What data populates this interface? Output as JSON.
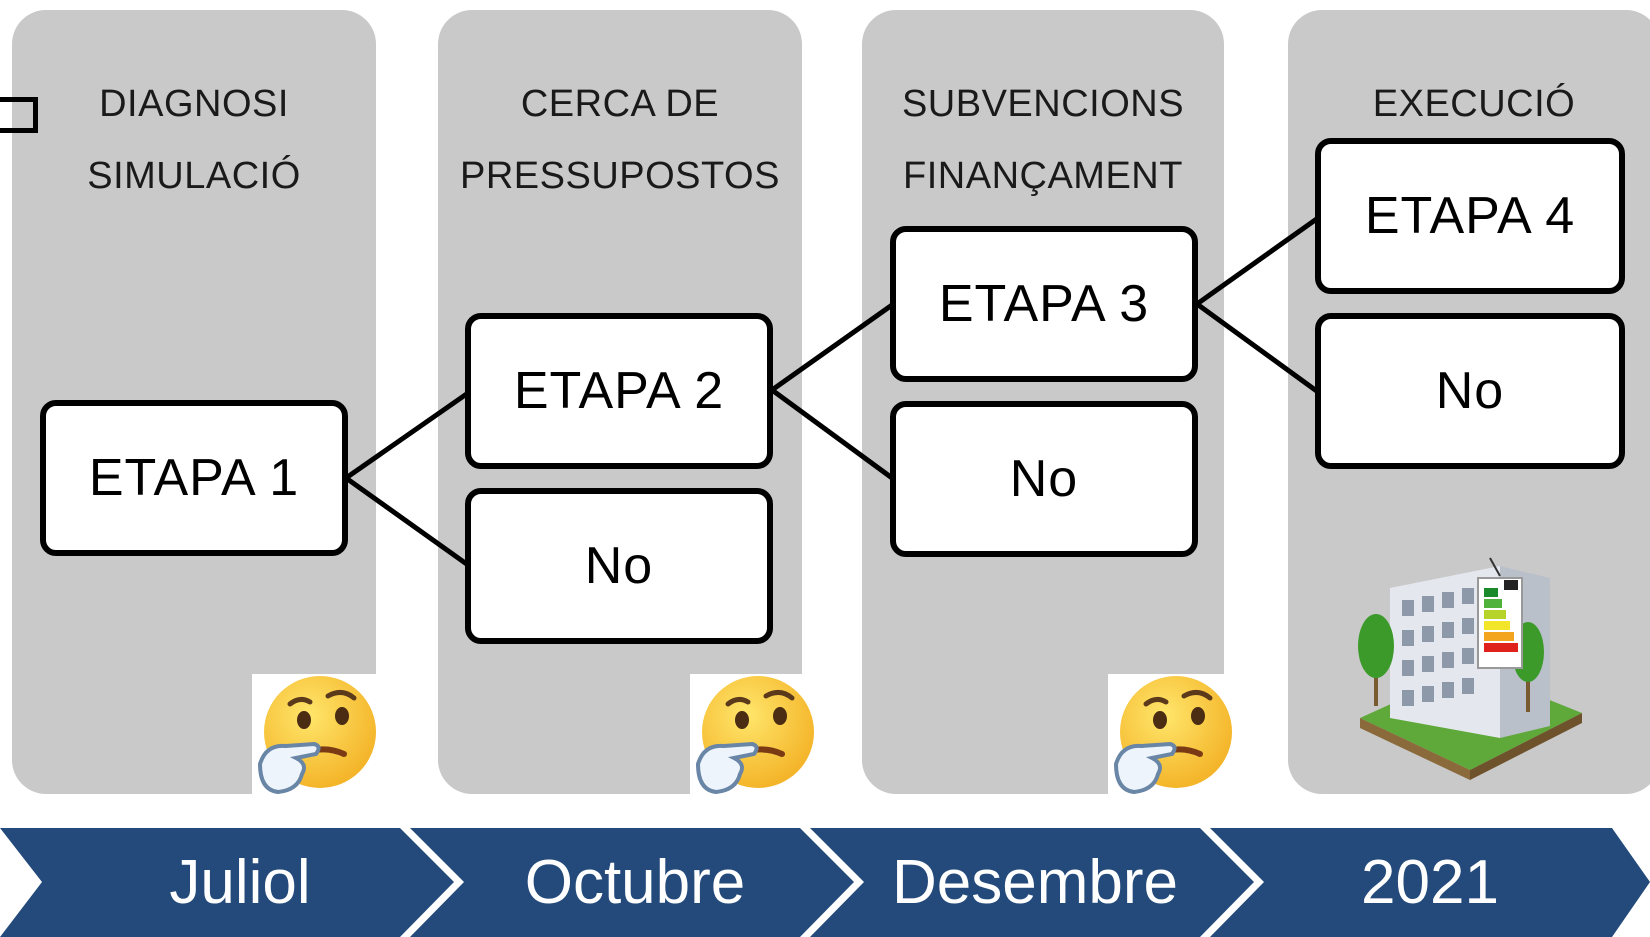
{
  "columns": [
    {
      "title": "DIAGNOSI\nSIMULACIÓ"
    },
    {
      "title": "CERCA DE\nPRESSUPOSTOS"
    },
    {
      "title": "SUBVENCIONS\nFINANÇAMENT"
    },
    {
      "title": "EXECUCIÓ"
    }
  ],
  "stages": {
    "etapa1": "ETAPA 1",
    "etapa2": "ETAPA 2",
    "etapa3": "ETAPA 3",
    "etapa4": "ETAPA 4",
    "no2": "No",
    "no3": "No",
    "no4": "No"
  },
  "timeline": {
    "items": [
      "Juliol",
      "Octubre",
      "Desembre",
      "2021"
    ],
    "color": "#234a7a"
  },
  "icons": {
    "thinking": "thinking-face-icon",
    "building": "energy-efficient-building-icon"
  },
  "colors": {
    "column_bg": "#c9c9c9",
    "box_border": "#000000"
  }
}
